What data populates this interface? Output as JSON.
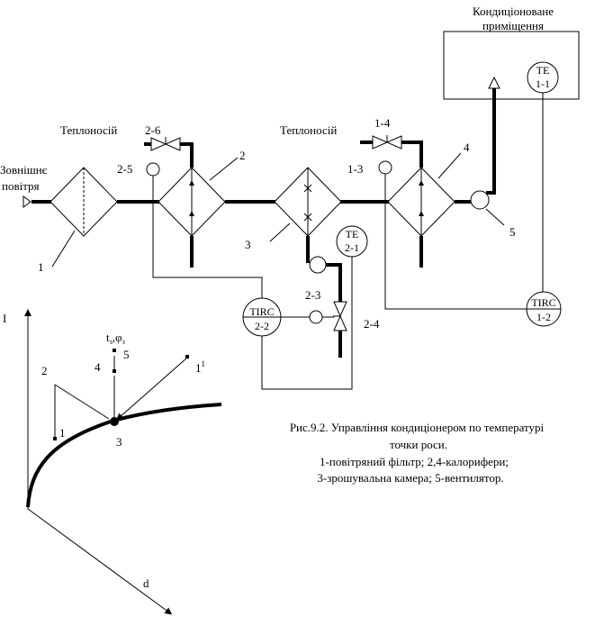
{
  "room": {
    "line1": "Кондиціоноване",
    "line2": "приміщення"
  },
  "labels": {
    "heat_carrier_1": "Теплоносій",
    "heat_carrier_2": "Теплоносій",
    "outside_air_1": "Зовнішнє",
    "outside_air_2": "повітря"
  },
  "numbers": {
    "n1": "1",
    "n2": "2",
    "n3": "3",
    "n4": "4",
    "n5": "5",
    "v26": "2-6",
    "v14": "1-4",
    "s25": "2-5",
    "s13": "1-3",
    "s23": "2-3",
    "v24": "2-4"
  },
  "instruments": {
    "te11": {
      "a": "TE",
      "b": "1-1"
    },
    "te21": {
      "a": "TE",
      "b": "2-1"
    },
    "tirc22": {
      "a": "TIRC",
      "b": "2-2"
    },
    "tirc12": {
      "a": "TIRC",
      "b": "1-2"
    }
  },
  "id_chart": {
    "axis_i": "I",
    "axis_d": "d",
    "pt_2": "2",
    "pt_1": "1",
    "pt_4": "4",
    "pt_5": "5",
    "pt_3": "3",
    "pt_11": "1",
    "pt_11_sup": "1",
    "dew": "t",
    "dew_sub": "з",
    "dew_phi": ",φ",
    "dew_phi_sub": "з"
  },
  "caption": {
    "line1": "Рис.9.2. Управління кондиціонером по температурі",
    "line2": "точки роси.",
    "line3": "1-повітряний фільтр; 2,4-калорифери;",
    "line4": "3-зрошувальна камера; 5-вентилятор."
  }
}
